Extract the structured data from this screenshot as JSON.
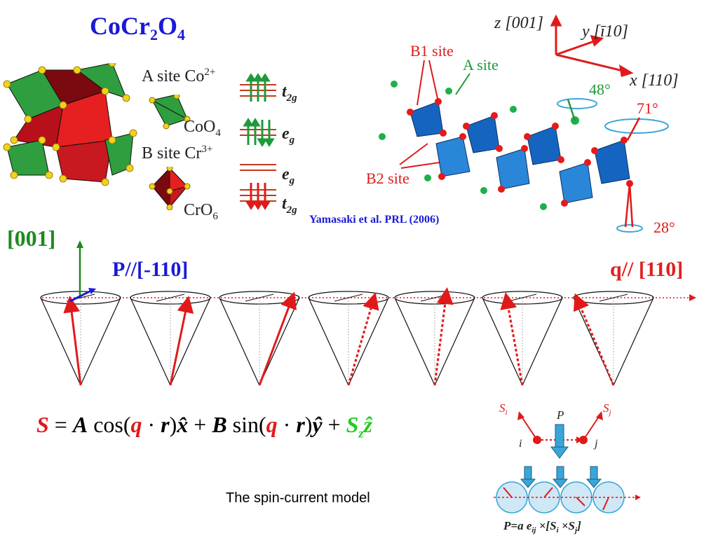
{
  "title": {
    "base": "CoCr",
    "sub1": "2",
    "mid": "O",
    "sub2": "4"
  },
  "sites": {
    "a_site": {
      "label": "A site Co",
      "charge": "2+",
      "poly": "CoO",
      "poly_sub": "4"
    },
    "b_site": {
      "label": "B site Cr",
      "charge": "3+",
      "poly": "CrO",
      "poly_sub": "6"
    }
  },
  "orbitals": [
    {
      "main": "t",
      "sub": "2g"
    },
    {
      "main": "e",
      "sub": "g"
    },
    {
      "main": "e",
      "sub": "g"
    },
    {
      "main": "t",
      "sub": "2g"
    }
  ],
  "lattice": {
    "axis_z": "z [001]",
    "axis_y": "y [ī10]",
    "axis_x": "x [110]",
    "b1": "B1 site",
    "a": "A site",
    "b2": "B2 site",
    "angle1": "48°",
    "angle2": "71°",
    "angle3": "28°"
  },
  "citation": "Yamasaki et al. PRL (2006)",
  "labels": {
    "axis_001": "[001]",
    "polarization": "P//[-110]",
    "wavevector": "q// [110]",
    "caption": "The spin-current model"
  },
  "equation": {
    "S": "S",
    "eq": " = ",
    "A": "A",
    "cos": " cos(",
    "q": "q",
    "dot": " · ",
    "r": "r",
    "close": ")",
    "xhat": "x̂",
    "plus": " + ",
    "B": "B",
    "sin": " sin(",
    "yhat": "ŷ",
    "Sz": "S",
    "z_sub": "z",
    "zhat": "ẑ"
  },
  "spin_model": {
    "si": "S",
    "si_sub": "i",
    "sj": "S",
    "sj_sub": "j",
    "p": "P",
    "i": "i",
    "j": "j",
    "formula": "P=a e",
    "formula_sub": "ij",
    "formula_rest": " ×[S",
    "formula_i": "i",
    "formula_x": " ×S",
    "formula_j": "j",
    "formula_end": "]"
  },
  "colors": {
    "blue_title": "#1a1ad8",
    "red": "#e01a1a",
    "green": "#1d8a1d",
    "bright_green": "#22cc22",
    "tetra_blue": "#1565c0"
  }
}
